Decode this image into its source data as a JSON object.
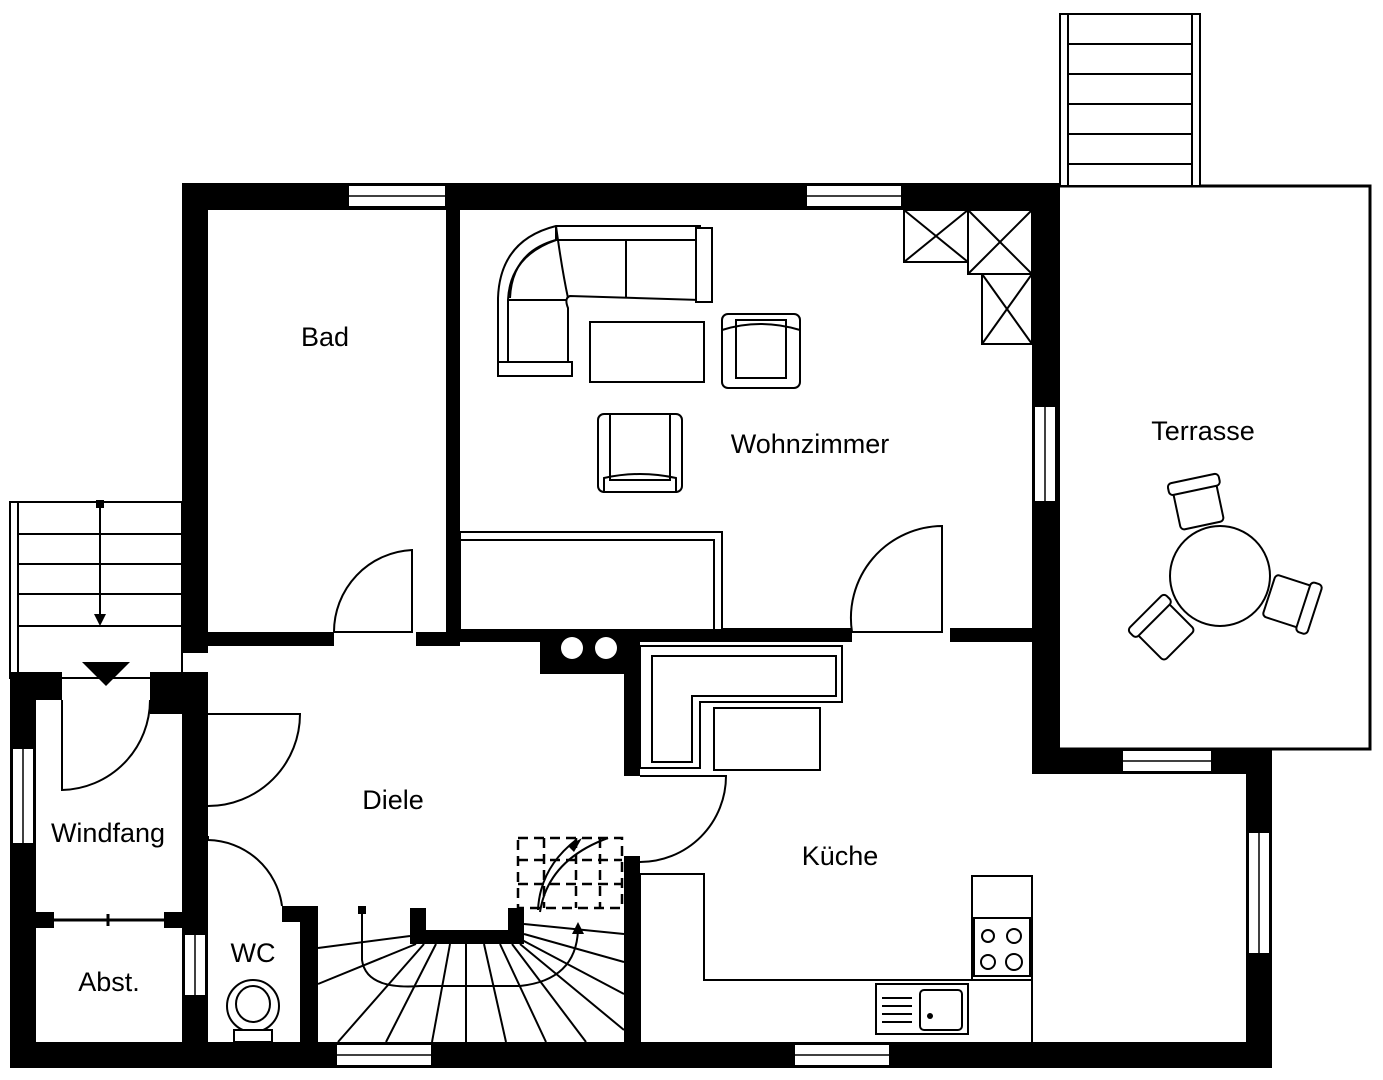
{
  "rooms": {
    "bad": "Bad",
    "wohnzimmer": "Wohnzimmer",
    "terrasse": "Terrasse",
    "diele": "Diele",
    "windfang": "Windfang",
    "kueche": "Küche",
    "wc": "WC",
    "abstellraum": "Abst."
  },
  "colors": {
    "wall": "#000000",
    "background": "#ffffff"
  }
}
